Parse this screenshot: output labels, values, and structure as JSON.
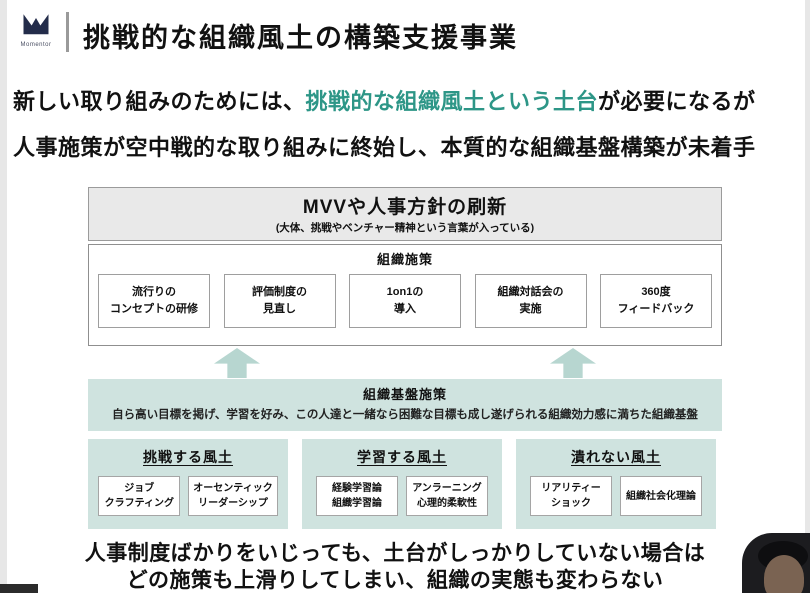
{
  "header": {
    "logo_text": "Momentor",
    "title": "挑戦的な組織風土の構築支援事業"
  },
  "intro": {
    "line1_pre": "新しい取り組みのためには、",
    "line1_highlight": "挑戦的な組織風土という土台",
    "line1_post": "が必要になるが",
    "line2": "人事施策が空中戦的な取り組みに終始し、本質的な組織基盤構築が未着手"
  },
  "diagram": {
    "mvv": {
      "title": "MVVや人事方針の刷新",
      "subtitle": "(大体、挑戦やベンチャー精神という言葉が入っている)"
    },
    "org_measures": {
      "label": "組織施策",
      "items": [
        "流行りの\nコンセプトの研修",
        "評価制度の\n見直し",
        "1on1の\n導入",
        "組織対話会の\n実施",
        "360度\nフィードバック"
      ]
    },
    "foundation": {
      "label": "組織基盤施策",
      "description": "自ら高い目標を掲げ、学習を好み、この人達と一緒なら困難な目標も成し遂げられる組織効力感に満ちた組織基盤"
    },
    "cultures": [
      {
        "title": "挑戦する風土",
        "items": [
          "ジョブ\nクラフティング",
          "オーセンティック\nリーダーシップ"
        ]
      },
      {
        "title": "学習する風土",
        "items": [
          "経験学習論\n組織学習論",
          "アンラーニング\n心理的柔軟性"
        ]
      },
      {
        "title": "潰れない風土",
        "items": [
          "リアリティー\nショック",
          "組織社会化理論"
        ]
      }
    ]
  },
  "footer": {
    "line1": "人事制度ばかりをいじっても、土台がしっかりしていない場合は",
    "line2": "どの施策も上滑りしてしまい、組織の実態も変わらない"
  },
  "colors": {
    "accent": "#2d9687",
    "teal_box": "#cfe3df",
    "teal_arrow": "#b7d6d0",
    "gray_box": "#e9e9e9"
  }
}
